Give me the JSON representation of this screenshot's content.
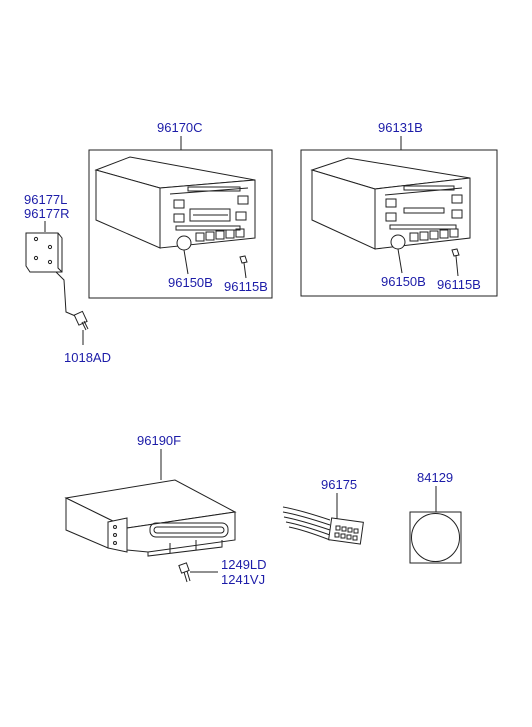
{
  "labels": {
    "p96170C": "96170C",
    "p96131B": "96131B",
    "p96177L": "96177L",
    "p96177R": "96177R",
    "p96150B_a": "96150B",
    "p96115B_a": "96115B",
    "p96150B_b": "96150B",
    "p96115B_b": "96115B",
    "p1018AD": "1018AD",
    "p96190F": "96190F",
    "p96175": "96175",
    "p84129": "84129",
    "p1249LD": "1249LD",
    "p1241VJ": "1241VJ"
  },
  "colors": {
    "label": "#1c1ca8",
    "line": "#222222"
  }
}
